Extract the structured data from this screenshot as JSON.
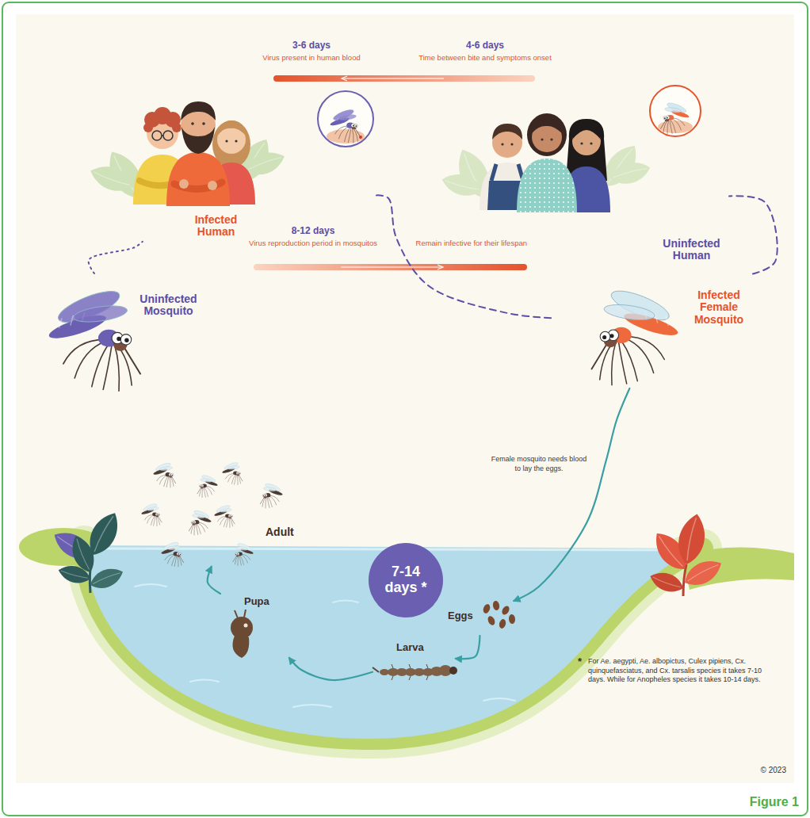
{
  "diagram": {
    "caption": "Figure 1",
    "nodes": [
      {
        "text": [
          "Infected Human"
        ]
      },
      {
        "text": [
          "Uninfected Human"
        ]
      },
      {
        "text": [
          "Uninfected Mosquito"
        ]
      },
      {
        "text": [
          "Infected Female Mosquito"
        ]
      },
      {
        "text": [
          "Adult"
        ]
      },
      {
        "text": [
          "7-14 days *"
        ]
      },
      {
        "text": [
          "Eggs"
        ]
      },
      {
        "text": [
          "Pupa"
        ]
      },
      {
        "text": [
          "Larva"
        ]
      }
    ],
    "edges": [
      {
        "from": 2,
        "to": 0,
        "arrow": "none"
      },
      {
        "from": 0,
        "to": 3,
        "arrow": "none"
      },
      {
        "from": 3,
        "to": 1,
        "arrow": "none"
      },
      {
        "from": 3,
        "to": 6,
        "arrow": "to",
        "label": "Female mosquito needs blood to lay the eggs."
      },
      {
        "from": 6,
        "to": 8,
        "arrow": "to"
      },
      {
        "from": 8,
        "to": 7,
        "arrow": "to"
      },
      {
        "from": 7,
        "to": 4,
        "arrow": "to"
      }
    ],
    "labels": [
      "3-6 days",
      "Virus present in human blood",
      "4-6 days",
      "Time between bite and symptoms onset",
      "8-12 days",
      "Virus reproduction period in mosquitos",
      "Remain infective for their lifespan",
      "*",
      "For Ae. aegypti, Ae. albopictus, Culex pipiens, Cx. quinquefasciatus, and Cx. tarsalis species it takes 7-10 days. While for Anopheles species it takes 10-14 days.",
      "© 2023"
    ]
  }
}
